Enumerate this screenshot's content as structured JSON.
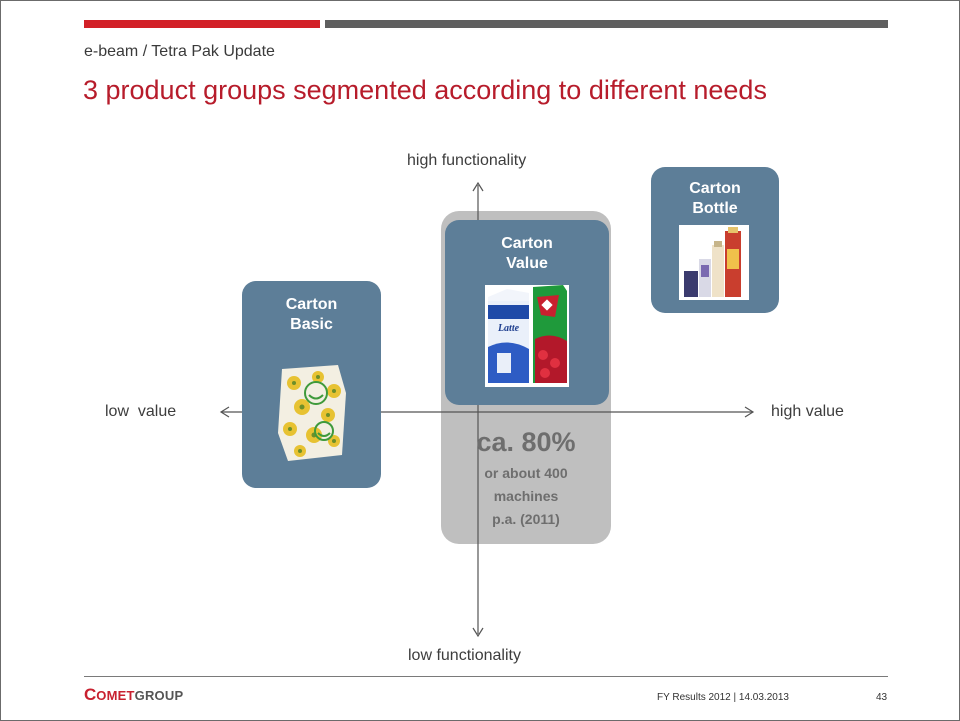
{
  "header": {
    "subtitle": "e-beam / Tetra Pak Update",
    "title": "3 product groups segmented according to different needs"
  },
  "axes": {
    "top": "high functionality",
    "bottom": "low functionality",
    "left": "low  value",
    "right": "high value"
  },
  "boxes": {
    "basic": {
      "line1": "Carton",
      "line2": "Basic"
    },
    "value": {
      "line1": "Carton",
      "line2": "Value"
    },
    "bottle": {
      "line1": "Carton",
      "line2": "Bottle"
    }
  },
  "share": {
    "percent": "ca. 80%",
    "line1": "or about 400",
    "line2": "machines",
    "line3": "p.a. (2011)"
  },
  "product_images": {
    "milk_carton_brand": "Latte"
  },
  "footer": {
    "logo_c": "C",
    "logo_omet": "OMET",
    "logo_group": "GROUP",
    "text": "FY Results 2012 | 14.03.2013",
    "page": "43"
  },
  "colors": {
    "accent_red": "#d22027",
    "title_red": "#b71c2b",
    "box_blue": "#5d7e98",
    "panel_grey": "#bfbfbf"
  }
}
